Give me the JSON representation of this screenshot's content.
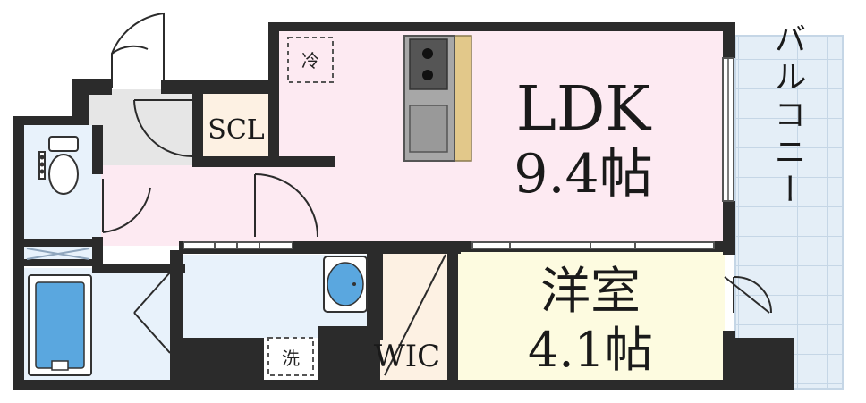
{
  "floorplan": {
    "ldk": {
      "name": "LDK",
      "size": "9.4帖"
    },
    "western_room": {
      "name": "洋室",
      "size": "4.1帖"
    },
    "closet": {
      "name": "SCL"
    },
    "walk_in_closet": {
      "name": "WIC"
    },
    "balcony": {
      "name": "バルコニー"
    },
    "fridge_space": {
      "name": "冷"
    },
    "washer_space": {
      "name": "洗"
    }
  },
  "colors": {
    "ldk": "#fdeaf2",
    "western_room": "#fdfbe0",
    "closet": "#fdf1e3",
    "bath": "#e8f2fb",
    "balcony": "#e4eef7",
    "wall": "#2b2b2b",
    "counter": "#e2c88a"
  }
}
